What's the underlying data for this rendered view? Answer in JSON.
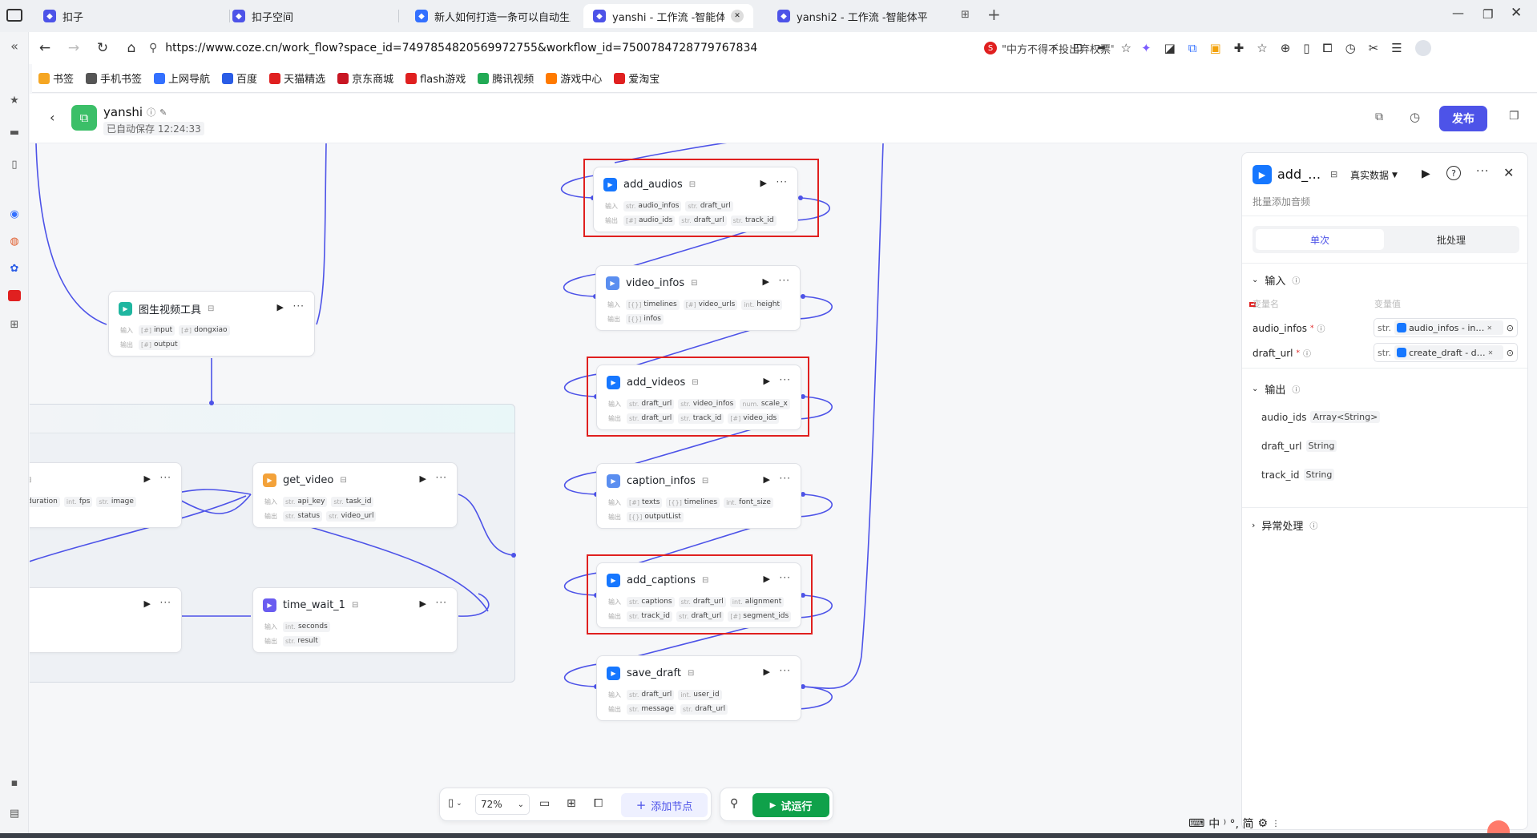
{
  "browser": {
    "tabs": [
      {
        "title": "扣子",
        "active": false,
        "color": "#4d53e8"
      },
      {
        "title": "扣子空间",
        "active": false,
        "color": "#4d53e8"
      },
      {
        "title": "新人如何打造一条可以自动生成",
        "active": false,
        "color": "#3370ff"
      },
      {
        "title": "yanshi - 工作流 -智能体平台",
        "active": true,
        "color": "#4d53e8"
      },
      {
        "title": "yanshi2 - 工作流 -智能体平台",
        "active": false,
        "color": "#4d53e8"
      }
    ],
    "url": "https://www.coze.cn/work_flow?space_id=7497854820569972755&workflow_id=7500784728779767834",
    "search_hint": "\"中方不得不投出弃权票\"",
    "bookmarks": [
      "书签",
      "手机书签",
      "上网导航",
      "百度",
      "天猫精选",
      "京东商城",
      "flash游戏",
      "腾讯视频",
      "游戏中心",
      "爱淘宝"
    ],
    "bookmark_colors": [
      "#f5a623",
      "#555555",
      "#3370ff",
      "#2a5ce6",
      "#e02020",
      "#c81623",
      "#e02020",
      "#22aa55",
      "#ff7a00",
      "#e02020"
    ]
  },
  "app": {
    "back_icon": "chevron-left-icon",
    "workflow_name": "yanshi",
    "autosave": "已自动保存 12:24:33",
    "publish": "发布"
  },
  "canvas": {
    "group_nodes": [
      {
        "title": "图生视频工具",
        "inputs": [
          "input",
          "dongxiao"
        ],
        "input_types": [
          "[#]",
          "[#]"
        ],
        "outputs": [
          "output"
        ],
        "output_types": [
          "[#]"
        ]
      },
      {
        "title": "o",
        "inputs": [
          "duration",
          "fps",
          "image"
        ],
        "input_types": [
          "int.",
          "int.",
          "str."
        ],
        "outputs": [],
        "output_types": []
      },
      {
        "title": "get_video",
        "inputs": [
          "api_key",
          "task_id"
        ],
        "input_types": [
          "str.",
          "str."
        ],
        "outputs": [
          "status",
          "video_url"
        ],
        "output_types": [
          "str.",
          "str."
        ]
      },
      {
        "title": "t",
        "inputs": [],
        "input_types": [],
        "outputs": [],
        "output_types": []
      },
      {
        "title": "time_wait_1",
        "inputs": [
          "seconds"
        ],
        "input_types": [
          "int."
        ],
        "outputs": [
          "result"
        ],
        "output_types": [
          "str."
        ]
      }
    ],
    "plugin_nodes": [
      {
        "title": "add_audios",
        "inputs": [
          "audio_infos",
          "draft_url"
        ],
        "input_types": [
          "str.",
          "str."
        ],
        "outputs": [
          "audio_ids",
          "draft_url",
          "track_id"
        ],
        "output_types": [
          "[#]",
          "str.",
          "str."
        ],
        "highlight": true
      },
      {
        "title": "video_infos",
        "inputs": [
          "timelines",
          "video_urls",
          "height"
        ],
        "input_types": [
          "[{}]",
          "[#]",
          "int."
        ],
        "outputs": [
          "infos"
        ],
        "output_types": [
          "[{}]"
        ],
        "highlight": false
      },
      {
        "title": "add_videos",
        "inputs": [
          "draft_url",
          "video_infos",
          "scale_x"
        ],
        "input_types": [
          "str.",
          "str.",
          "num."
        ],
        "outputs": [
          "draft_url",
          "track_id",
          "video_ids"
        ],
        "output_types": [
          "str.",
          "str.",
          "[#]"
        ],
        "highlight": true
      },
      {
        "title": "caption_infos",
        "inputs": [
          "texts",
          "timelines",
          "font_size"
        ],
        "input_types": [
          "[#]",
          "[{}]",
          "int."
        ],
        "outputs": [
          "outputList"
        ],
        "output_types": [
          "[{}]"
        ],
        "highlight": false
      },
      {
        "title": "add_captions",
        "inputs": [
          "captions",
          "draft_url",
          "alignment"
        ],
        "input_types": [
          "str.",
          "str.",
          "int."
        ],
        "outputs": [
          "track_id",
          "draft_url",
          "segment_ids"
        ],
        "output_types": [
          "str.",
          "str.",
          "[#]"
        ],
        "highlight": true
      },
      {
        "title": "save_draft",
        "inputs": [
          "draft_url",
          "user_id"
        ],
        "input_types": [
          "str.",
          "int."
        ],
        "outputs": [
          "message",
          "draft_url"
        ],
        "output_types": [
          "str.",
          "str."
        ],
        "highlight": false
      }
    ],
    "labels": {
      "input": "输入",
      "output": "输出"
    }
  },
  "panel": {
    "title": "add_…",
    "mode": "真实数据",
    "subtitle": "批量添加音频",
    "tabs": [
      "单次",
      "批处理"
    ],
    "input_section": "输入",
    "col_name": "变量名",
    "col_value": "变量值",
    "inputs": [
      {
        "name": "audio_infos",
        "type": "str.",
        "value": "audio_infos - in…"
      },
      {
        "name": "draft_url",
        "type": "str.",
        "value": "create_draft - d…"
      }
    ],
    "output_section": "输出",
    "outputs": [
      {
        "name": "audio_ids",
        "type": "Array<String>"
      },
      {
        "name": "draft_url",
        "type": "String"
      },
      {
        "name": "track_id",
        "type": "String"
      }
    ],
    "error_section": "异常处理"
  },
  "toolbar": {
    "zoom": "72%",
    "add_node": "添加节点",
    "test_run": "试运行"
  },
  "ime": "中 ⁾ °, 简"
}
